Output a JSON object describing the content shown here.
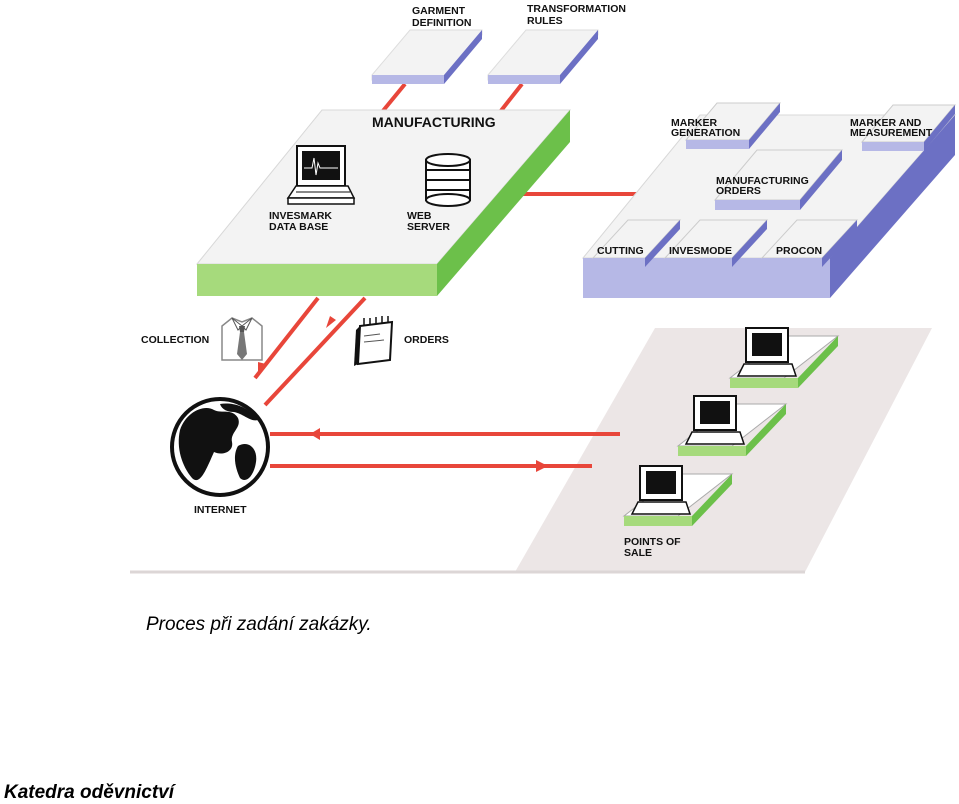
{
  "diagram": {
    "labels": {
      "garment_definition": [
        "GARMENT",
        "DEFINITION"
      ],
      "transformation_rules": [
        "TRANSFORMATION",
        "RULES"
      ],
      "manufacturing": "MANUFACTURING",
      "invesmark_database": [
        "INVESMARK",
        "DATA BASE"
      ],
      "web_server": [
        "WEB",
        "SERVER"
      ],
      "marker_generation": [
        "MARKER",
        "GENERATION"
      ],
      "marker_measurement": [
        "MARKER AND",
        "MEASUREMENT"
      ],
      "manufacturing_orders": [
        "MANUFACTURING",
        "ORDERS"
      ],
      "cutting": "CUTTING",
      "invesmode": "INVESMODE",
      "procon": "PROCON",
      "collection": "COLLECTION",
      "orders": "ORDERS",
      "internet": "INTERNET",
      "points_of_sale": [
        "POINTS OF",
        "SALE"
      ]
    },
    "colors": {
      "connector": "#e8463a",
      "block_top": "#f3f3f3",
      "manufacturing_side": "#a6da7c",
      "manufacturing_edge": "#6cc04a",
      "module_side": "#b6b8e6",
      "module_edge": "#6c70c4",
      "pos_floor": "#ece6e6"
    }
  },
  "caption": "Proces při zadání zakázky.",
  "footer": "Katedra oděvnictví"
}
